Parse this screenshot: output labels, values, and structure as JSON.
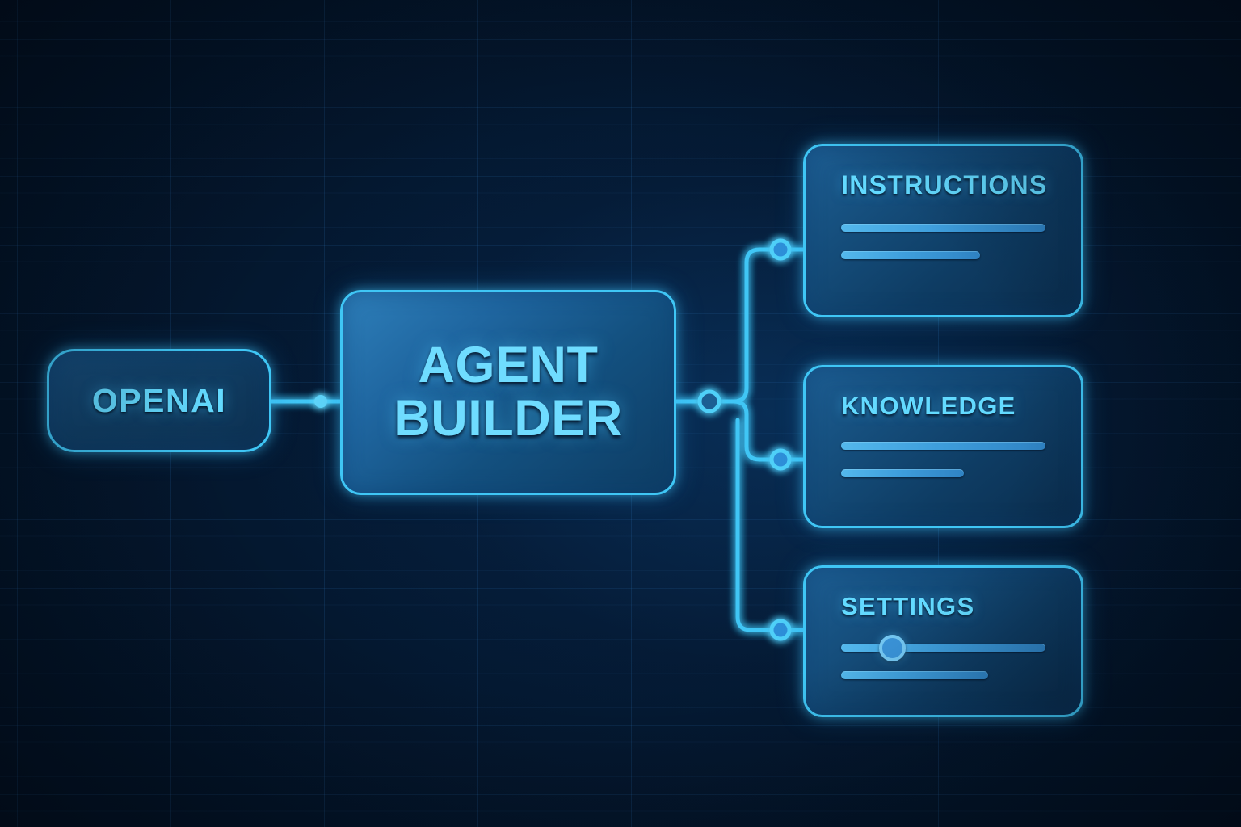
{
  "theme": {
    "background": "#03122a",
    "accent": "#3fc6f5",
    "text_accent": "#63daff",
    "bar_color": "#54b8ec",
    "node_fill_start": "#2e7fba",
    "node_fill_end": "#0d3c63"
  },
  "diagram": {
    "source_node": {
      "label": "OPENAI"
    },
    "main_node": {
      "line1": "AGENT",
      "line2": "BUILDER"
    },
    "branches": [
      {
        "title": "INSTRUCTIONS",
        "content_type": "text-lines",
        "lines": 2
      },
      {
        "title": "KNOWLEDGE",
        "content_type": "text-lines",
        "lines": 2
      },
      {
        "title": "SETTINGS",
        "content_type": "slider-and-line",
        "slider_value_percent": 25,
        "lines": 1
      }
    ]
  }
}
